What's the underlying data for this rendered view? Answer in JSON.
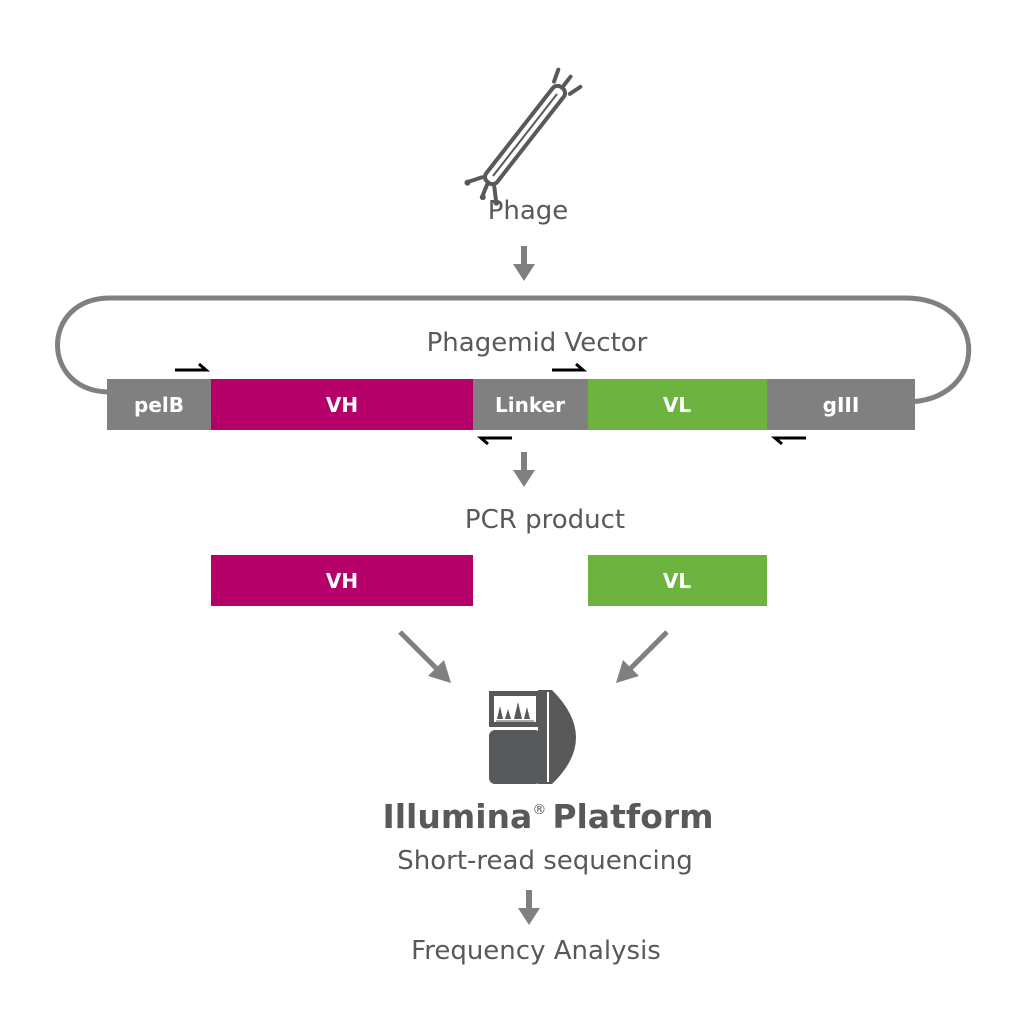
{
  "phage": {
    "label": "Phage",
    "icon": "phage-icon"
  },
  "vector": {
    "title": "Phagemid Vector",
    "segments": [
      {
        "label": "pelB",
        "color": "#808080"
      },
      {
        "label": "VH",
        "color": "#b5006a"
      },
      {
        "label": "Linker",
        "color": "#808080"
      },
      {
        "label": "VL",
        "color": "#6db33f"
      },
      {
        "label": "gIII",
        "color": "#808080"
      }
    ],
    "primer_icon": "primer-arrow-icon"
  },
  "pcr": {
    "label": "PCR product",
    "products": [
      {
        "label": "VH",
        "color": "#b5006a"
      },
      {
        "label": "VL",
        "color": "#6db33f"
      }
    ]
  },
  "platform": {
    "name_part1": "Illumina",
    "registered": "®",
    "name_part2": "Platform",
    "subtitle": "Short-read sequencing",
    "icon": "sequencer-icon"
  },
  "final_step": {
    "label": "Frequency Analysis"
  },
  "colors": {
    "text": "#58595b",
    "arrow": "#808080",
    "loop": "#808080",
    "primer": "#000000",
    "icon": "#58595b"
  }
}
